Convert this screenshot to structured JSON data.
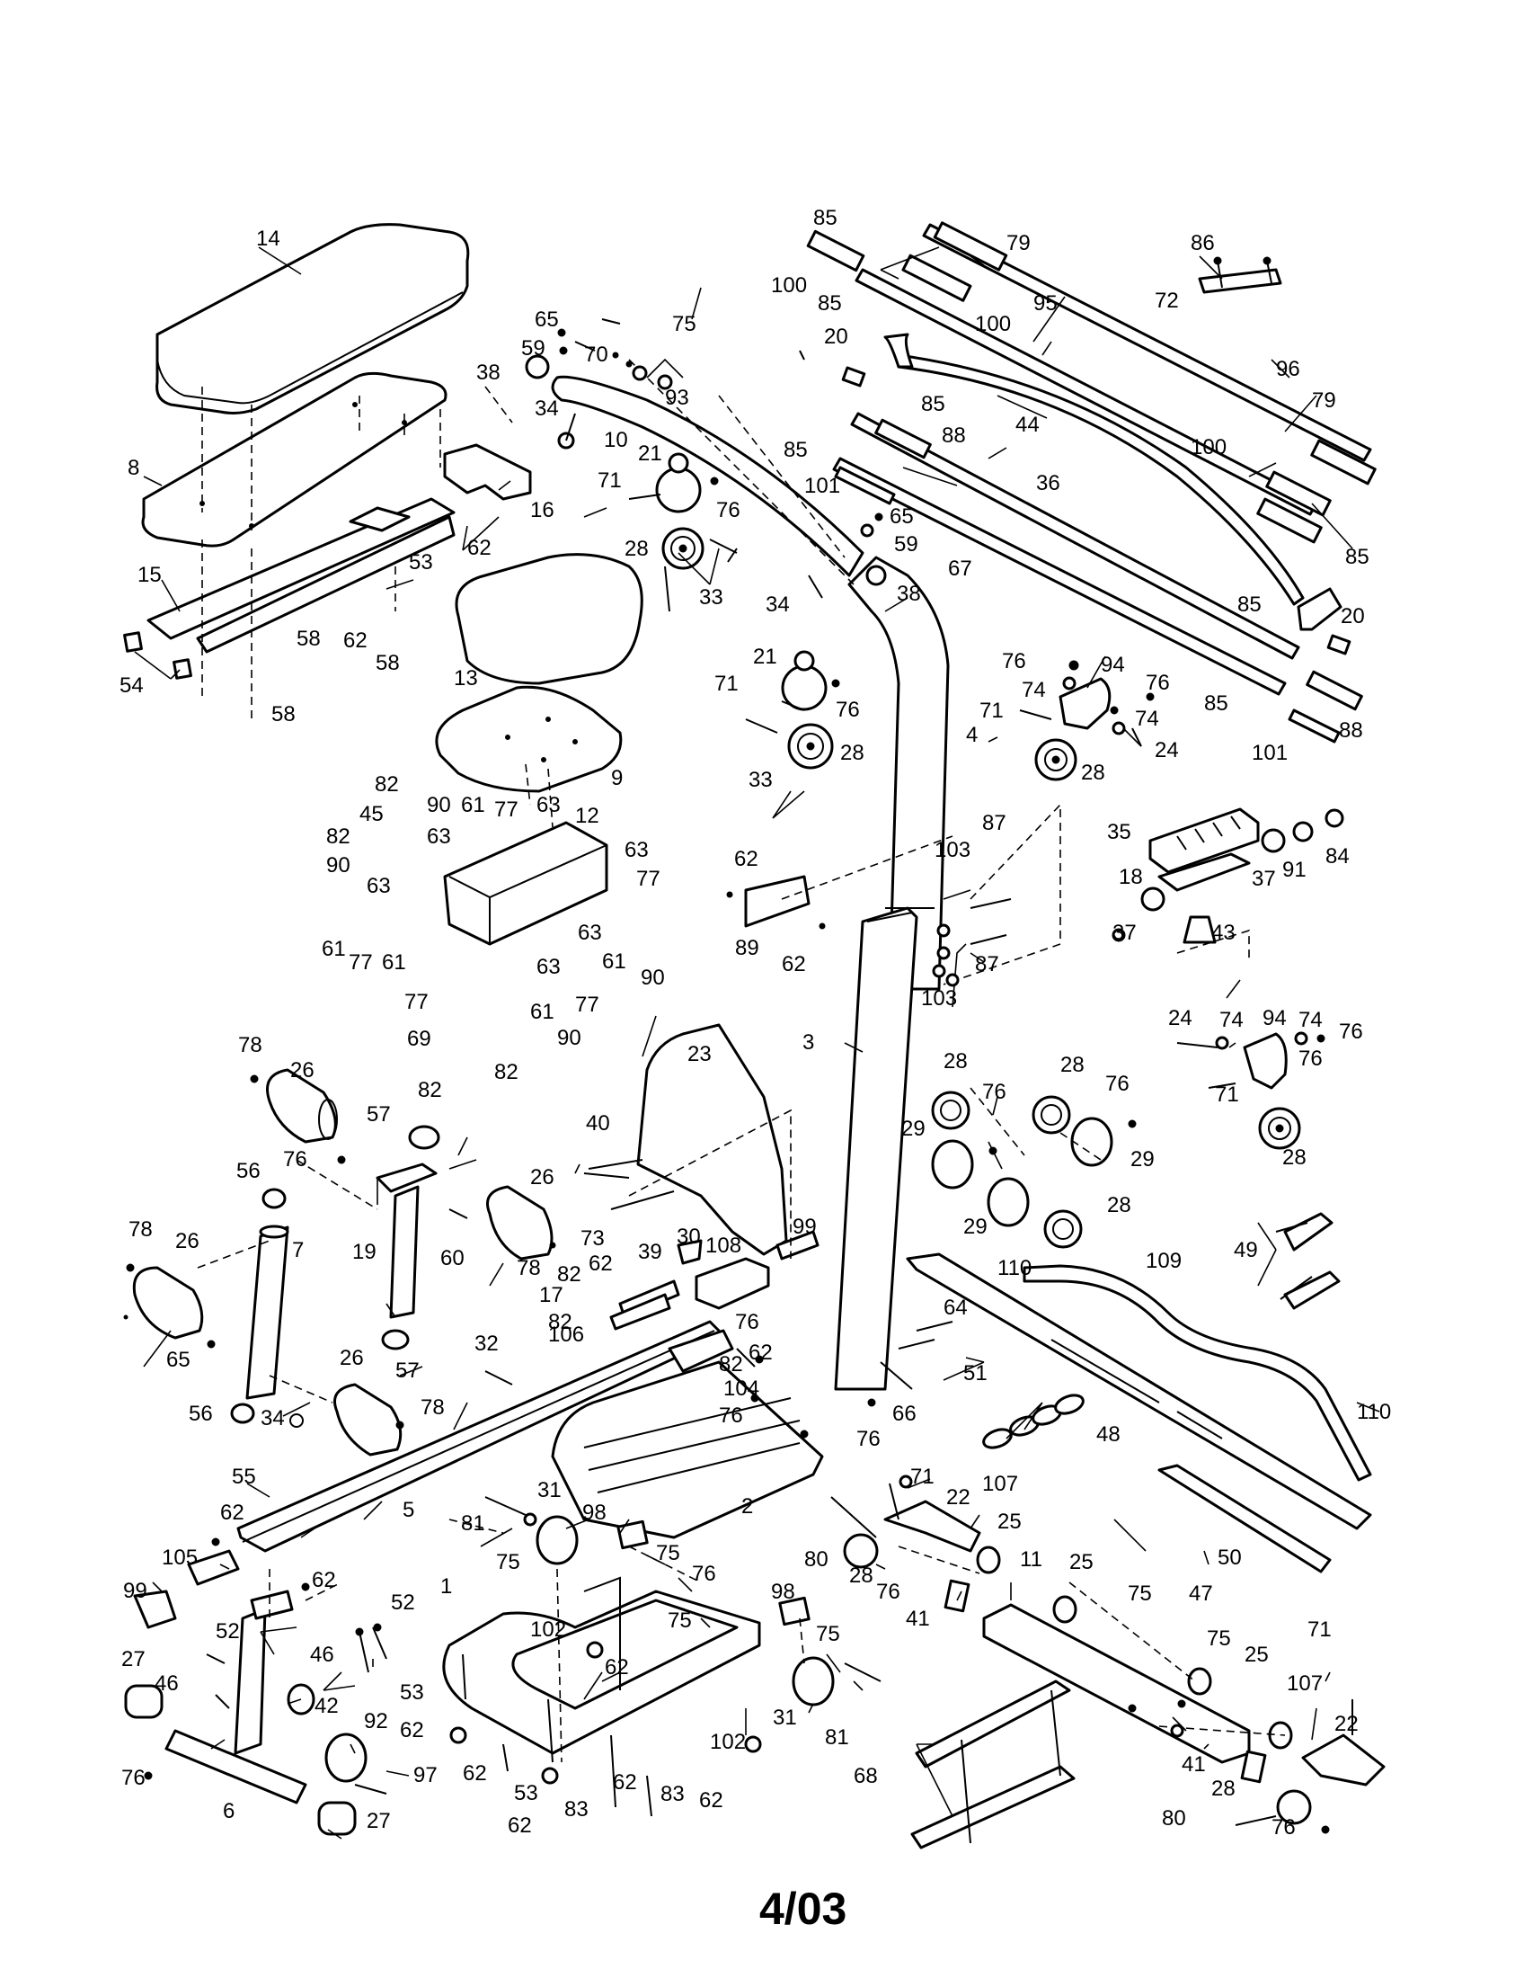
{
  "footer": {
    "code": "4/03"
  },
  "labels": {
    "p1": "1",
    "p2": "2",
    "p3": "3",
    "p4": "4",
    "p5": "5",
    "p6": "6",
    "p7": "7",
    "p8": "8",
    "p9": "9",
    "p10": "10",
    "p11": "11",
    "p12": "12",
    "p13": "13",
    "p14": "14",
    "p15": "15",
    "p16": "16",
    "p17": "17",
    "p18": "18",
    "p19": "19",
    "p20": "20",
    "p21": "21",
    "p22": "22",
    "p23": "23",
    "p24": "24",
    "p25": "25",
    "p26": "26",
    "p27": "27",
    "p28": "28",
    "p29": "29",
    "p30": "30",
    "p31": "31",
    "p32": "32",
    "p33": "33",
    "p34": "34",
    "p35": "35",
    "p36": "36",
    "p37": "37",
    "p38": "38",
    "p39": "39",
    "p40": "40",
    "p41": "41",
    "p42": "42",
    "p43": "43",
    "p44": "44",
    "p45": "45",
    "p46": "46",
    "p47": "47",
    "p48": "48",
    "p49": "49",
    "p50": "50",
    "p51": "51",
    "p52": "52",
    "p53": "53",
    "p54": "54",
    "p55": "55",
    "p56": "56",
    "p57": "57",
    "p58": "58",
    "p59": "59",
    "p60": "60",
    "p61": "61",
    "p62": "62",
    "p63": "63",
    "p64": "64",
    "p65": "65",
    "p66": "66",
    "p67": "67",
    "p68": "68",
    "p69": "69",
    "p70": "70",
    "p71": "71",
    "p72": "72",
    "p73": "73",
    "p74": "74",
    "p75": "75",
    "p76": "76",
    "p77": "77",
    "p78": "78",
    "p79": "79",
    "p80": "80",
    "p81": "81",
    "p82": "82",
    "p83": "83",
    "p84": "84",
    "p85": "85",
    "p86": "86",
    "p87": "87",
    "p88": "88",
    "p89": "89",
    "p90": "90",
    "p91": "91",
    "p92": "92",
    "p93": "93",
    "p94": "94",
    "p95": "95",
    "p96": "96",
    "p97": "97",
    "p98": "98",
    "p99": "99",
    "p100": "100",
    "p101": "101",
    "p102": "102",
    "p103": "103",
    "p104": "104",
    "p105": "105",
    "p106": "106",
    "p107": "107",
    "p108": "108",
    "p109": "109",
    "p110": "110"
  }
}
